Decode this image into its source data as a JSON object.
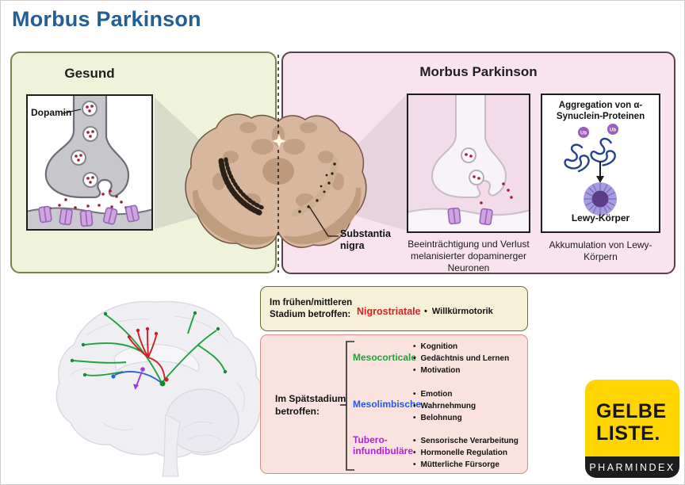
{
  "page": {
    "title": "Morbus Parkinson"
  },
  "healthy_panel": {
    "title": "Gesund",
    "dopamin_label": "Dopamin"
  },
  "parkinson_panel": {
    "title": "Morbus Parkinson",
    "substantia_nigra": "Substantia nigra",
    "neuron_caption": "Beeinträchtigung und Verlust melanisierter dopaminerger Neuronen",
    "aggregation_title": "Aggregation von α-Synuclein-Proteinen",
    "ub_label": "Ub",
    "lewy_label": "Lewy-Körper",
    "accumulation_caption": "Akkumulation von Lewy-Körpern"
  },
  "early_stage": {
    "label": "Im frühen/mittleren Stadium betroffen:",
    "pathway": "Nigrostriatale",
    "effect": "Willkürmotorik"
  },
  "late_stage": {
    "label": "Im Spätstadium betroffen:",
    "pathways": [
      {
        "name": "Mesocorticale",
        "effects": [
          "Kognition",
          "Gedächtnis und Lernen",
          "Motivation"
        ]
      },
      {
        "name": "Mesolimbische",
        "effects": [
          "Emotion",
          "Wahrnehmung",
          "Belohnung"
        ]
      },
      {
        "name": "Tubero-infundibuläre",
        "effects": [
          "Sensorische Verarbeitung",
          "Hormonelle Regulation",
          "Mütterliche Fürsorge"
        ]
      }
    ]
  },
  "logo": {
    "line1": "GELBE",
    "line2": "LISTE.",
    "subtitle": "PHARMINDEX"
  },
  "colors": {
    "title_blue": "#235e94",
    "healthy_panel_bg": "#eef3da",
    "parkinson_panel_bg": "#f9e3ef",
    "nigrostriatale_red": "#d42127",
    "mesocorticale_green": "#1ca437",
    "mesolimbische_blue": "#2258e8",
    "tuberoinfundibulare_purple": "#b01ee0",
    "logo_yellow": "#ffd400"
  }
}
